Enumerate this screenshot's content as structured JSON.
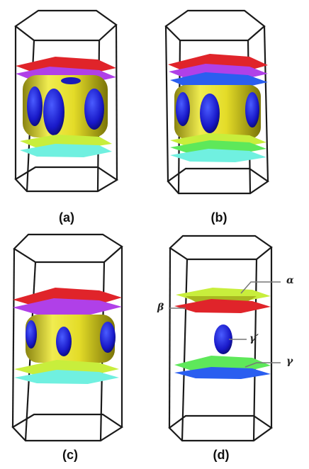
{
  "figure": {
    "panels": [
      {
        "id": "a",
        "label": "(a)"
      },
      {
        "id": "b",
        "label": "(b)"
      },
      {
        "id": "c",
        "label": "(c)"
      },
      {
        "id": "d",
        "label": "(d)"
      }
    ],
    "annotations": {
      "alpha": "α",
      "beta": "β",
      "gamma_prime": "γ′",
      "gamma": "γ"
    },
    "colors": {
      "frame": "#1a1a1a",
      "red_sheet": "#e0242a",
      "violet_sheet": "#b040e8",
      "blue_sheet": "#2a5ef0",
      "lime_sheet": "#c8ee3c",
      "green_sheet": "#5ee85a",
      "cyan_sheet": "#70f0e0",
      "yellow_tube": "#e8e030",
      "blue_pocket": "#2020d0",
      "olive_cap": "#a8b820"
    }
  }
}
